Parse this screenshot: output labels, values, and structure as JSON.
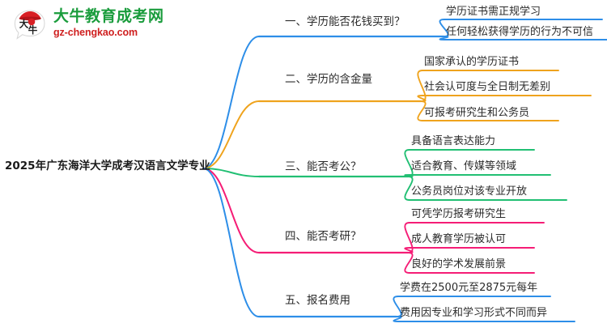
{
  "brand": {
    "logo_icon": "speech-bubble-bull-logo",
    "name_cn": "大牛教育成考网",
    "name_en": "gz-chengkao.com",
    "colors": {
      "green": "#1a9c3c",
      "red": "#cf1f1f"
    }
  },
  "mindmap": {
    "root": "2025年广东海洋大学成考汉语言文学专业",
    "palette": {
      "blue": "#2d8ee8",
      "orange": "#efa31d",
      "green": "#21bf73",
      "magenta": "#f51d76"
    },
    "branches": [
      {
        "label": "一、学历能否花钱买到？",
        "color": "#2d8ee8",
        "children": [
          "学历证书需正规学习",
          "任何轻松获得学历的行为不可信"
        ]
      },
      {
        "label": "二、学历的含金量",
        "color": "#efa31d",
        "children": [
          "国家承认的学历证书",
          "社会认可度与全日制无差别",
          "可报考研究生和公务员"
        ]
      },
      {
        "label": "三、能否考公？",
        "color": "#21bf73",
        "children": [
          "具备语言表达能力",
          "适合教育、传媒等领域",
          "公务员岗位对该专业开放"
        ]
      },
      {
        "label": "四、能否考研？",
        "color": "#f51d76",
        "children": [
          "可凭学历报考研究生",
          "成人教育学历被认可",
          "良好的学术发展前景"
        ]
      },
      {
        "label": "五、报名费用",
        "color": "#2d8ee8",
        "children": [
          "学费在2500元至2875元每年",
          "费用因专业和学习形式不同而异"
        ]
      }
    ]
  }
}
